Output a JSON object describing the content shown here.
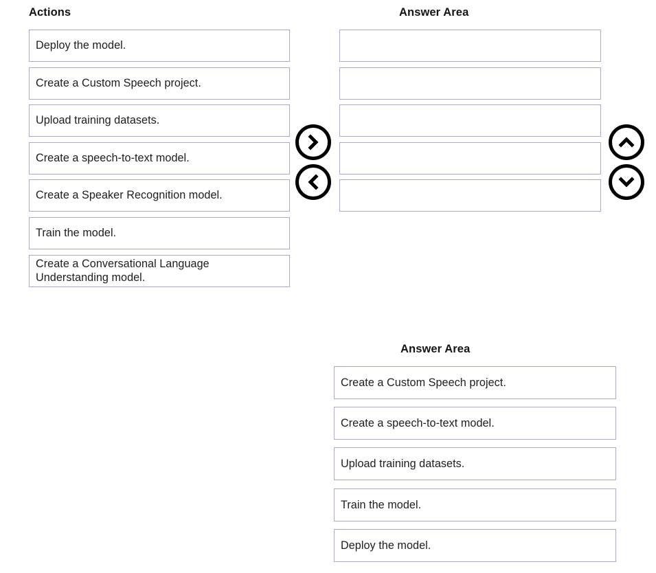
{
  "headers": {
    "actions": "Actions",
    "answer_area_top": "Answer Area",
    "answer_area_bottom": "Answer Area"
  },
  "actions": {
    "items": [
      {
        "label": "Deploy the model."
      },
      {
        "label": "Create a Custom Speech project."
      },
      {
        "label": "Upload training datasets."
      },
      {
        "label": "Create a speech-to-text model."
      },
      {
        "label": "Create a Speaker Recognition model."
      },
      {
        "label": "Train the model."
      },
      {
        "label_line1": "Create a Conversational Language",
        "label_line2": "Understanding model."
      }
    ]
  },
  "answer_area_top": {
    "slots": [
      {
        "label": ""
      },
      {
        "label": ""
      },
      {
        "label": ""
      },
      {
        "label": ""
      },
      {
        "label": ""
      }
    ]
  },
  "answer_area_bottom": {
    "items": [
      {
        "label": "Create a Custom Speech project."
      },
      {
        "label": "Create a speech-to-text model."
      },
      {
        "label": "Upload training datasets."
      },
      {
        "label": "Train the model."
      },
      {
        "label": "Deploy the model."
      }
    ]
  },
  "controls": {
    "move_right": "chevron-right-icon",
    "move_left": "chevron-left-icon",
    "move_up": "chevron-up-icon",
    "move_down": "chevron-down-icon"
  },
  "colors": {
    "box_border": "#a5abd3",
    "text": "#1d1d1d",
    "header_text": "#151515",
    "control_stroke": "#000000",
    "background": "#ffffff"
  }
}
